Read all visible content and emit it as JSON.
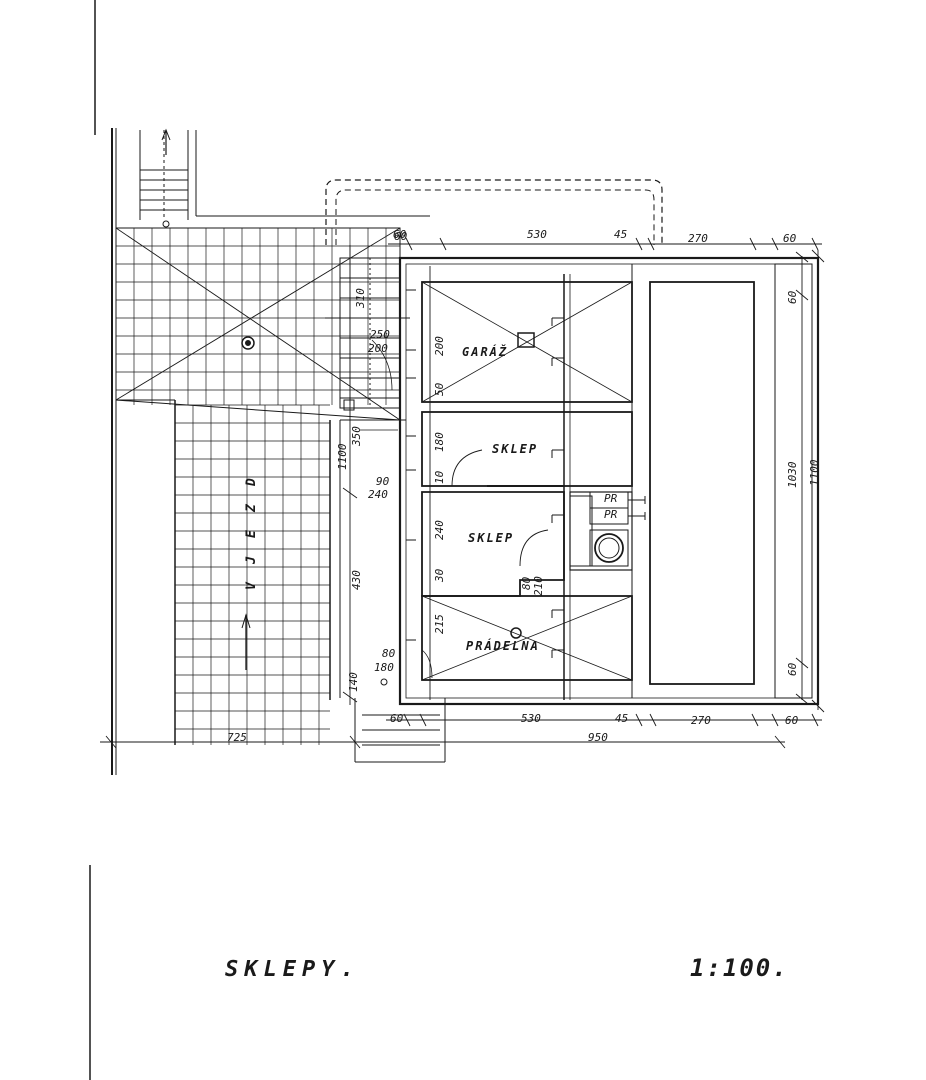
{
  "drawing": {
    "title": "SKLEPY.",
    "scale": "1:100.",
    "colors": {
      "ink": "#1a1a1a",
      "paper": "#ffffff"
    }
  },
  "rooms": {
    "garage": "GARÁŽ",
    "cellar_1": "SKLEP",
    "cellar_2": "SKLEP",
    "laundry": "PRÁDELNA",
    "driveway": [
      "V",
      "J",
      "E",
      "Z",
      "D"
    ],
    "pr_1": "PR",
    "pr_2": "PR"
  },
  "dimensions": {
    "top": [
      "60",
      "530",
      "45",
      "270",
      "60"
    ],
    "bottom": [
      "60",
      "530",
      "45",
      "270",
      "60"
    ],
    "overall_width": "950",
    "driveway_width": "725",
    "right_total": "1100",
    "right_inner": "1030",
    "right_top": "60",
    "right_bottom": "60",
    "left_total": "1100",
    "left_stair": [
      "60",
      "310",
      "250",
      "200",
      "350"
    ],
    "left_mid": [
      "90",
      "240",
      "430"
    ],
    "left_bottom": [
      "140",
      "80",
      "180"
    ],
    "room_heights": [
      "200",
      "50",
      "180",
      "10",
      "240",
      "30",
      "215"
    ],
    "door_small": [
      "80",
      "210"
    ]
  }
}
